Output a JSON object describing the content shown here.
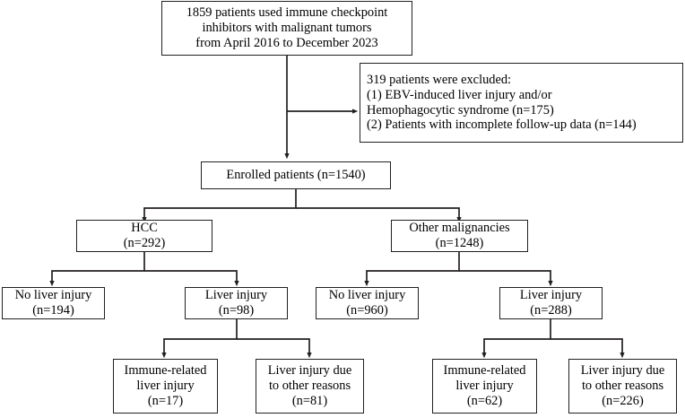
{
  "chart_data": {
    "type": "flowchart",
    "title": "Patient enrollment flow diagram",
    "nodes": [
      {
        "id": "enrollment-source",
        "lines": [
          "1859 patients used immune checkpoint",
          "inhibitors with malignant tumors",
          "from April 2016 to December 2023"
        ],
        "count": 1859
      },
      {
        "id": "excluded",
        "lines": [
          "319 patients were excluded:",
          "(1) EBV-induced liver injury and/or",
          "Hemophagocytic syndrome (n=175)",
          "(2) Patients with incomplete follow-up data (n=144)"
        ],
        "count": 319
      },
      {
        "id": "enrolled-patients",
        "lines": [
          "Enrolled patients (n=1540)"
        ],
        "count": 1540
      },
      {
        "id": "hcc",
        "lines": [
          "HCC",
          "(n=292)"
        ],
        "count": 292
      },
      {
        "id": "other-malignancies",
        "lines": [
          "Other malignancies",
          "(n=1248)"
        ],
        "count": 1248
      },
      {
        "id": "hcc-no-liver-injury",
        "lines": [
          "No liver injury",
          "(n=194)"
        ],
        "count": 194
      },
      {
        "id": "hcc-liver-injury",
        "lines": [
          "Liver injury",
          "(n=98)"
        ],
        "count": 98
      },
      {
        "id": "other-no-liver-injury",
        "lines": [
          "No liver injury",
          "(n=960)"
        ],
        "count": 960
      },
      {
        "id": "other-liver-injury",
        "lines": [
          "Liver injury",
          "(n=288)"
        ],
        "count": 288
      },
      {
        "id": "hcc-immune-related",
        "lines": [
          "Immune-related",
          "liver injury",
          "(n=17)"
        ],
        "count": 17
      },
      {
        "id": "hcc-other-reasons",
        "lines": [
          "Liver injury due",
          "to other reasons",
          "(n=81)"
        ],
        "count": 81
      },
      {
        "id": "other-immune-related",
        "lines": [
          "Immune-related",
          "liver injury",
          "(n=62)"
        ],
        "count": 62
      },
      {
        "id": "other-other-reasons",
        "lines": [
          "Liver injury due",
          "to other reasons",
          "(n=226)"
        ],
        "count": 226
      }
    ],
    "edges": [
      {
        "from": "enrollment-source",
        "to": "excluded",
        "label": ""
      },
      {
        "from": "enrollment-source",
        "to": "enrolled-patients",
        "label": ""
      },
      {
        "from": "enrolled-patients",
        "to": "hcc",
        "label": ""
      },
      {
        "from": "enrolled-patients",
        "to": "other-malignancies",
        "label": ""
      },
      {
        "from": "hcc",
        "to": "hcc-no-liver-injury",
        "label": ""
      },
      {
        "from": "hcc",
        "to": "hcc-liver-injury",
        "label": ""
      },
      {
        "from": "other-malignancies",
        "to": "other-no-liver-injury",
        "label": ""
      },
      {
        "from": "other-malignancies",
        "to": "other-liver-injury",
        "label": ""
      },
      {
        "from": "hcc-liver-injury",
        "to": "hcc-immune-related",
        "label": ""
      },
      {
        "from": "hcc-liver-injury",
        "to": "hcc-other-reasons",
        "label": ""
      },
      {
        "from": "other-liver-injury",
        "to": "other-immune-related",
        "label": ""
      },
      {
        "from": "other-liver-injury",
        "to": "other-other-reasons",
        "label": ""
      }
    ],
    "colors": {
      "stroke": "#231f20",
      "background": "#ffffff",
      "text": "#000000"
    }
  },
  "boxes": {
    "source": {
      "l1": "1859 patients used immune checkpoint",
      "l2": "inhibitors with malignant tumors",
      "l3": "from April 2016 to December 2023"
    },
    "excluded": {
      "l1": "319 patients were excluded:",
      "l2": "(1) EBV-induced liver injury and/or",
      "l3": "Hemophagocytic syndrome (n=175)",
      "l4": "(2) Patients with incomplete follow-up data (n=144)"
    },
    "enrolled": {
      "l1": "Enrolled patients (n=1540)"
    },
    "hcc": {
      "l1": "HCC",
      "l2": "(n=292)"
    },
    "other_malignancies": {
      "l1": "Other malignancies",
      "l2": "(n=1248)"
    },
    "hcc_no_injury": {
      "l1": "No liver injury",
      "l2": "(n=194)"
    },
    "hcc_injury": {
      "l1": "Liver injury",
      "l2": "(n=98)"
    },
    "other_no_injury": {
      "l1": "No liver injury",
      "l2": "(n=960)"
    },
    "other_injury": {
      "l1": "Liver injury",
      "l2": "(n=288)"
    },
    "hcc_immune": {
      "l1": "Immune-related",
      "l2": "liver injury",
      "l3": "(n=17)"
    },
    "hcc_other": {
      "l1": "Liver injury due",
      "l2": "to other reasons",
      "l3": "(n=81)"
    },
    "other_immune": {
      "l1": "Immune-related",
      "l2": "liver injury",
      "l3": "(n=62)"
    },
    "other_other": {
      "l1": "Liver injury due",
      "l2": "to other reasons",
      "l3": "(n=226)"
    }
  }
}
